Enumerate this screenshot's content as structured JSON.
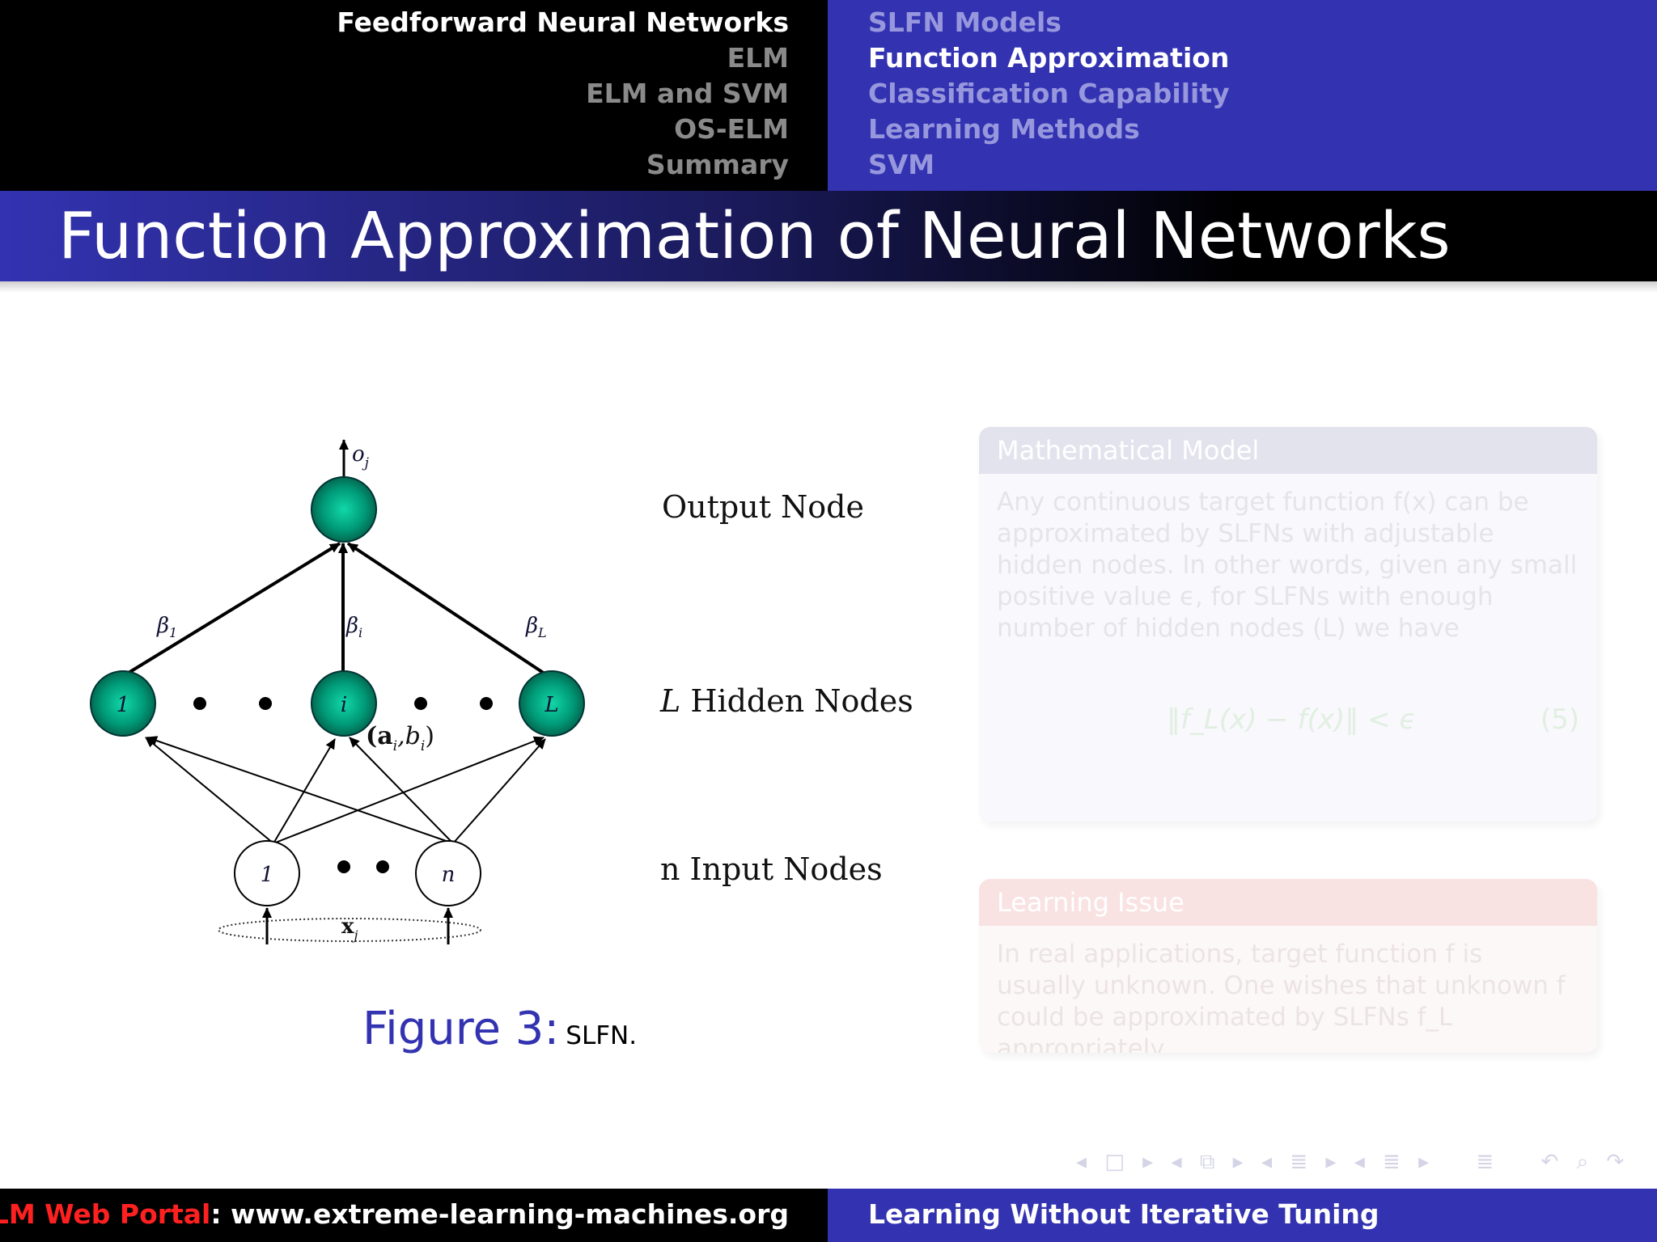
{
  "header": {
    "sections": [
      "Feedforward Neural Networks",
      "ELM",
      "ELM and SVM",
      "OS-ELM",
      "Summary"
    ],
    "subsections": [
      "SLFN Models",
      "Function Approximation",
      "Classification Capability",
      "Learning Methods",
      "SVM"
    ]
  },
  "frame": {
    "title": "Function Approximation of Neural Networks"
  },
  "figure": {
    "output_label": "Output Node",
    "hidden_label_var": "L",
    "hidden_label": " Hidden Nodes",
    "input_label": "n Input Nodes",
    "output_sym": "o",
    "output_sub": "j",
    "beta_sym": "β",
    "beta_subs": [
      "1",
      "i",
      "L"
    ],
    "hidden_nodes": [
      "1",
      "i",
      "L"
    ],
    "input_nodes": [
      "1",
      "n"
    ],
    "weights_label": "(a",
    "weights_sub_a": "i",
    "weights_mid": ",b",
    "weights_sub_b": "i",
    "weights_close": ")",
    "input_vector": "x",
    "input_vector_sub": "j",
    "caption_label": "Figure 3:",
    "caption_text": "SLFN."
  },
  "blocks": {
    "math_model": {
      "title": "Mathematical Model",
      "body": "Any continuous target function f(x) can be approximated by SLFNs with adjustable hidden nodes. In other words, given any small positive value ϵ, for SLFNs with enough number of hidden nodes (L) we have",
      "equation": "‖f_L(x) − f(x)‖ < ϵ",
      "equation_number": "(5)"
    },
    "learning_issue": {
      "title": "Learning Issue",
      "body": "In real applications, target function f is usually unknown. One wishes that unknown f could be approximated by SLFNs f_L appropriately."
    }
  },
  "nav_symbols": {
    "frame_prev": "◂",
    "frame": "□",
    "frame_next": "▸",
    "sub_prev": "◂",
    "sub": "⧉",
    "sub_next": "▸",
    "sec_prev": "◂",
    "sec": "≣",
    "sec_next": "▸",
    "subsec_prev": "◂",
    "subsec": "≣",
    "subsec_next": "▸",
    "doc": "≣",
    "undo": "↶",
    "search": "⌕",
    "redo": "↷"
  },
  "footer": {
    "portal_label": "ELM Web Portal",
    "portal_url": ": www.extreme-learning-machines.org",
    "tagline": "Learning Without Iterative Tuning"
  },
  "colors": {
    "beamer_blue": "#3333b2",
    "header_black": "#000000",
    "node_green": "#009977",
    "portal_red": "#ff2020"
  }
}
